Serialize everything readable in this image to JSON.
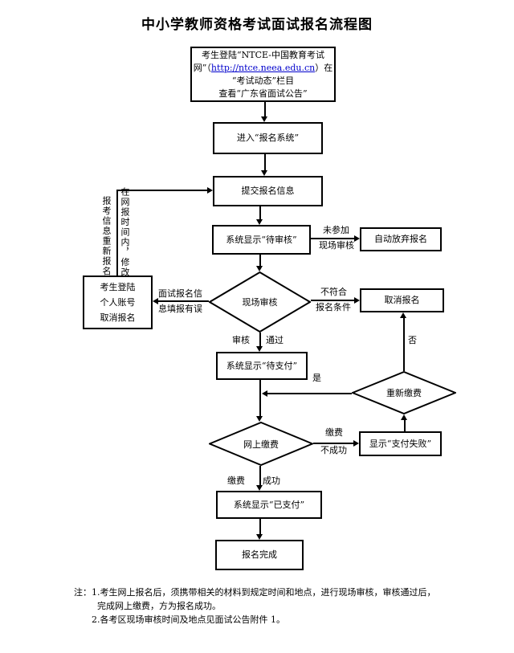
{
  "title": "中小学教师资格考试面试报名流程图",
  "boxes": {
    "notice": {
      "line1": "考生登陆“NTCE-中国教育考试",
      "line2_pre": "网”（",
      "link_text": "http://ntce.neea.edu.cn",
      "line2_post": "）在",
      "line3": "“考试动态”栏目",
      "line4": "查看“广东省面试公告”"
    },
    "enter_system": "进入“报名系统”",
    "submit_info": "提交报名信息",
    "pending_review": "系统显示“待审核”",
    "auto_abandon": "自动放弃报名",
    "cancel_via_account": {
      "line1": "考生登陆",
      "line2": "个人账号",
      "line3": "取消报名"
    },
    "cancel_registration": "取消报名",
    "pending_payment": "系统显示“待支付”",
    "payment_failed": "显示“支付失败”",
    "paid": "系统显示“已支付”",
    "complete": "报名完成"
  },
  "decisions": {
    "onsite_review": "现场审核",
    "repay": "重新缴费",
    "online_payment": "网上缴费"
  },
  "edge_labels": {
    "not_attended_line1": "未参加",
    "not_attended_line2": "现场审核",
    "info_error_line1": "面试报名信",
    "info_error_line2": "息填报有误",
    "not_qualified_line1": "不符合",
    "not_qualified_line2": "报名条件",
    "review_passed_part1": "审核",
    "review_passed_part2": "通过",
    "yes": "是",
    "no": "否",
    "pay_unsuccessful_line1": "缴费",
    "pay_unsuccessful_line2": "不成功",
    "pay_success_part1": "缴费",
    "pay_success_part2": "成功",
    "modify_note_col_right": "在网报时间内，修改",
    "modify_note_col_left": "报考信息重新报名"
  },
  "notes": {
    "prefix": "注：",
    "item1_line1": "1.考生网上报名后，须携带相关的材料到规定时间和地点，进行现场审核，审核通过后，",
    "item1_line2": "完成网上缴费，方为报名成功。",
    "item2": "2.各考区现场审核时间及地点见面试公告附件 1。"
  },
  "colors": {
    "link_blue": "#0000cc",
    "line_black": "#000000",
    "page_bg": "#ffffff"
  }
}
